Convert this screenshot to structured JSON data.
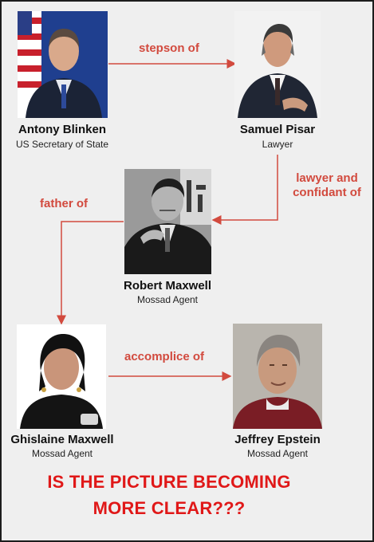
{
  "people": [
    {
      "id": "antony",
      "name": "Antony Blinken",
      "role": "US Secretary of State"
    },
    {
      "id": "samuel",
      "name": "Samuel Pisar",
      "role": "Lawyer"
    },
    {
      "id": "robert",
      "name": "Robert Maxwell",
      "role": "Mossad Agent"
    },
    {
      "id": "ghislaine",
      "name": "Ghislaine Maxwell",
      "role": "Mossad Agent"
    },
    {
      "id": "jeffrey",
      "name": "Jeffrey Epstein",
      "role": "Mossad Agent"
    }
  ],
  "relations": [
    {
      "from": "Antony Blinken",
      "to": "Samuel Pisar",
      "label": "stepson of"
    },
    {
      "from": "Samuel Pisar",
      "to": "Robert Maxwell",
      "label": "lawyer and confidant of"
    },
    {
      "from": "Robert Maxwell",
      "to": "Ghislaine Maxwell",
      "label": "father of"
    },
    {
      "from": "Ghislaine Maxwell",
      "to": "Jeffrey Epstein",
      "label": "accomplice of"
    }
  ],
  "headline": {
    "line1": "IS THE PICTURE BECOMING",
    "line2": "MORE CLEAR???"
  },
  "colors": {
    "connector": "#d24a3e",
    "headline": "#e01818",
    "background": "#efefef"
  }
}
